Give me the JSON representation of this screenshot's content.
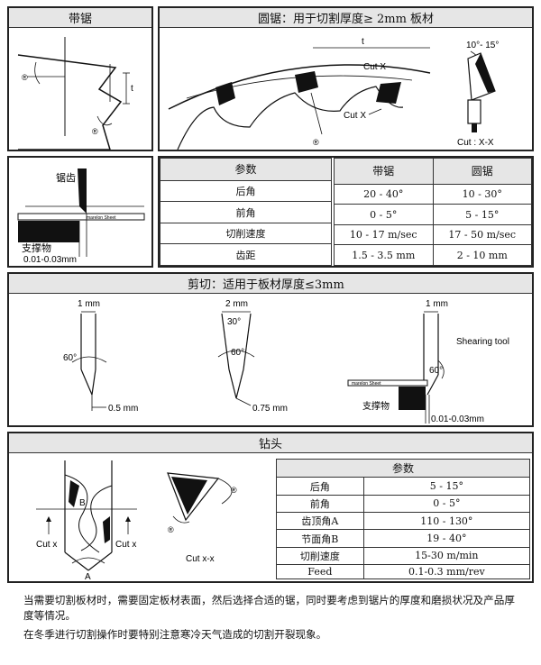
{
  "band_saw": {
    "title": "带锯",
    "label_t": "t",
    "label_r": "®"
  },
  "circular_saw": {
    "title": "圆锯：用于切割厚度≥ 2mm 板材",
    "label_t": "t",
    "cut_x_upper": "Cut X",
    "cut_x_lower": "Cut X",
    "angle": "10°- 15°",
    "cut_xx": "Cut : X-X",
    "label_r": "®"
  },
  "support_diagram": {
    "tooth_label": "锯齿",
    "support_label": "支撑物",
    "gap_label": "0.01-0.03mm",
    "brand_text": "marelon Sheet"
  },
  "saw_table": {
    "headers": [
      "参数",
      "带锯",
      "圆锯"
    ],
    "rows": [
      [
        "后角",
        "20 - 40°",
        "10 - 30°"
      ],
      [
        "前角",
        "0 - 5°",
        "5 - 15°"
      ],
      [
        "切削速度",
        "10 - 17 m/sec",
        "17 - 50 m/sec"
      ],
      [
        "齿距",
        "1.5 - 3.5 mm",
        "2 - 10 mm"
      ]
    ]
  },
  "shearing": {
    "title": "剪切：适用于板材厚度≤3mm",
    "tool1": {
      "width": "1 mm",
      "angle": "60°",
      "edge": "0.5 mm"
    },
    "tool2": {
      "width": "2 mm",
      "angle_top": "30°",
      "angle": "60°",
      "edge": "0.75 mm"
    },
    "tool3": {
      "width": "1 mm",
      "tool_label": "Shearing tool",
      "angle": "60°",
      "support_label": "支撑物",
      "gap_label": "0.01-0.03mm",
      "brand_text": "marelon Sheet"
    }
  },
  "drill": {
    "title": "钻头",
    "label_b": "B",
    "label_a": "A",
    "cut_x_left": "Cut  x",
    "cut_x_right": "Cut  x",
    "cut_xx": "Cut   x-x",
    "label_r": "®",
    "table": {
      "header": "参数",
      "rows": [
        [
          "后角",
          "5 - 15°"
        ],
        [
          "前角",
          "0 - 5°"
        ],
        [
          "齿顶角A",
          "110 - 130°"
        ],
        [
          "节面角B",
          "19 - 40°"
        ],
        [
          "切削速度",
          "15-30 m/min"
        ],
        [
          "Feed",
          "0.1-0.3 mm/rev"
        ]
      ]
    }
  },
  "notes": {
    "line1": "当需要切割板材时，需要固定板材表面，然后选择合适的锯，同时要考虑到锯片的厚度和磨损状况及产品厚度等情况。",
    "line2": "在冬季进行切割操作时要特别注意寒冷天气造成的切割开裂现象。"
  },
  "colors": {
    "band": "#e6e6e6",
    "ink": "#111111",
    "border": "#222222"
  }
}
